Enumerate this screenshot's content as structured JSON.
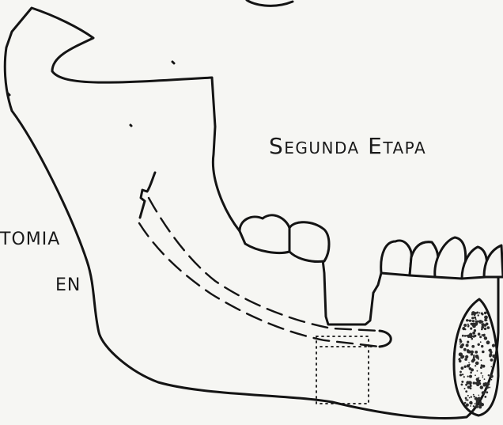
{
  "figure": {
    "title": "Segunda Etapa",
    "side_label_lines": [
      "TOMIA",
      "EN"
    ]
  },
  "colors": {
    "ink": "#141414",
    "paper": "#f6f6f3",
    "bone_hatch": "#2a2a2a"
  }
}
